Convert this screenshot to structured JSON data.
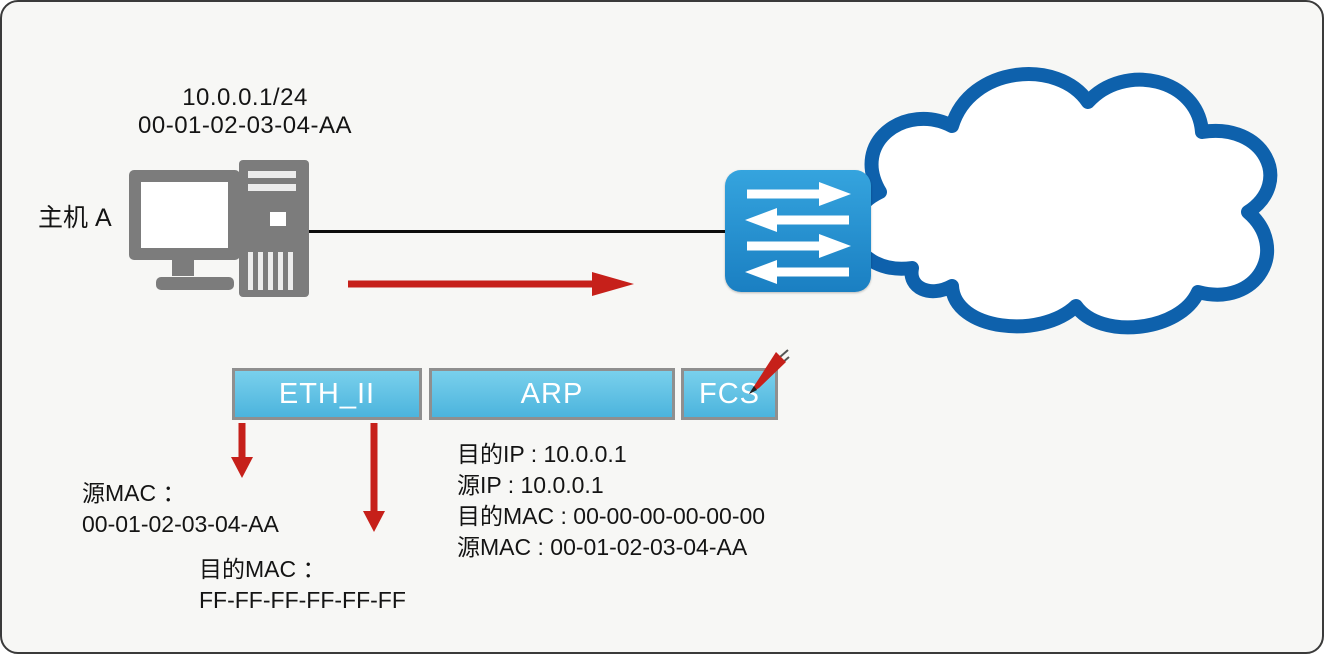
{
  "host": {
    "name": "主机 A",
    "ip": "10.0.0.1/24",
    "mac": "00-01-02-03-04-AA"
  },
  "frame_fields": {
    "eth": "ETH_II",
    "arp": "ARP",
    "fcs": "FCS"
  },
  "annotations": {
    "src_mac_label": "源MAC ：",
    "src_mac_value": "00-01-02-03-04-AA",
    "dst_mac_label": "目的MAC ：",
    "dst_mac_value": "FF-FF-FF-FF-FF-FF",
    "arp_lines": [
      "目的IP : 10.0.0.1",
      "源IP : 10.0.0.1",
      "目的MAC : 00-00-00-00-00-00",
      "源MAC : 00-01-02-03-04-AA"
    ]
  },
  "icons": {
    "computer": "host-computer-icon",
    "switch": "lan-switch-icon",
    "cloud": "network-cloud-icon",
    "pen": "pen-icon"
  },
  "colors": {
    "background": "#f7f7f5",
    "cloud_blue": "#0e61ac",
    "switch_blue": "#2491d0",
    "frame_fill": "#5cc3e6",
    "frame_border": "#8f8f8f",
    "arrow_red": "#c6201a",
    "device_gray": "#7c7c7c",
    "text": "#141414"
  }
}
